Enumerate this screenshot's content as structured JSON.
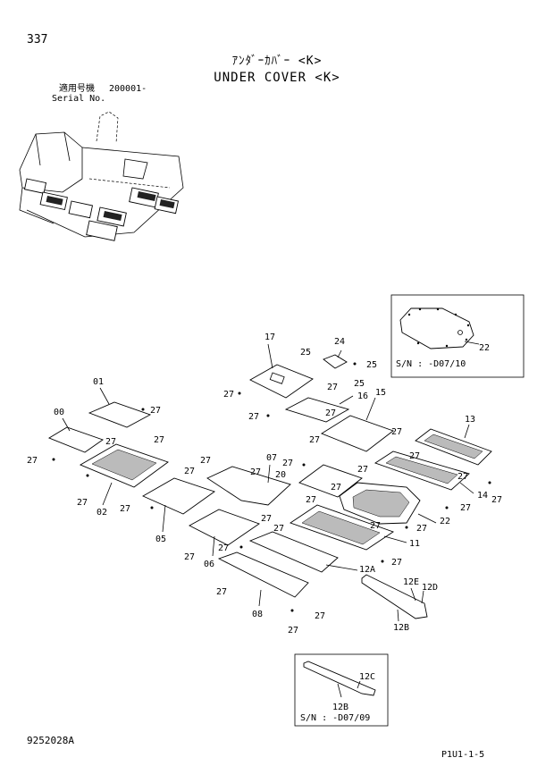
{
  "header": {
    "page_number": "337",
    "title_jp": "ｱﾝﾀﾞｰｶﾊﾞｰ <K>",
    "title_en": "UNDER COVER <K>",
    "serial_label_jp": "適用号機",
    "serial_value": "200001-",
    "serial_label_en": "Serial No."
  },
  "footer": {
    "doc_number": "9252028A",
    "page_code": "P1U1-1-5"
  },
  "inset_top": {
    "part": "22",
    "serial_note": "S/N : -D07/10"
  },
  "inset_bottom": {
    "part_c": "12C",
    "part_b": "12B",
    "serial_note": "S/N : -D07/09"
  },
  "labels": {
    "l00": "00",
    "l01": "01",
    "l02": "02",
    "l05": "05",
    "l06": "06",
    "l07": "07",
    "l08": "08",
    "l11": "11",
    "l12a": "12A",
    "l12b": "12B",
    "l12d": "12D",
    "l12e": "12E",
    "l13": "13",
    "l14": "14",
    "l15": "15",
    "l16": "16",
    "l17": "17",
    "l20": "20",
    "l22": "22",
    "l24": "24",
    "l25a": "25",
    "l25b": "25",
    "l25c": "25",
    "bolt": "27"
  },
  "icons": [
    "machine-overview-icon",
    "cover-plate-icon",
    "bolt-icon"
  ]
}
